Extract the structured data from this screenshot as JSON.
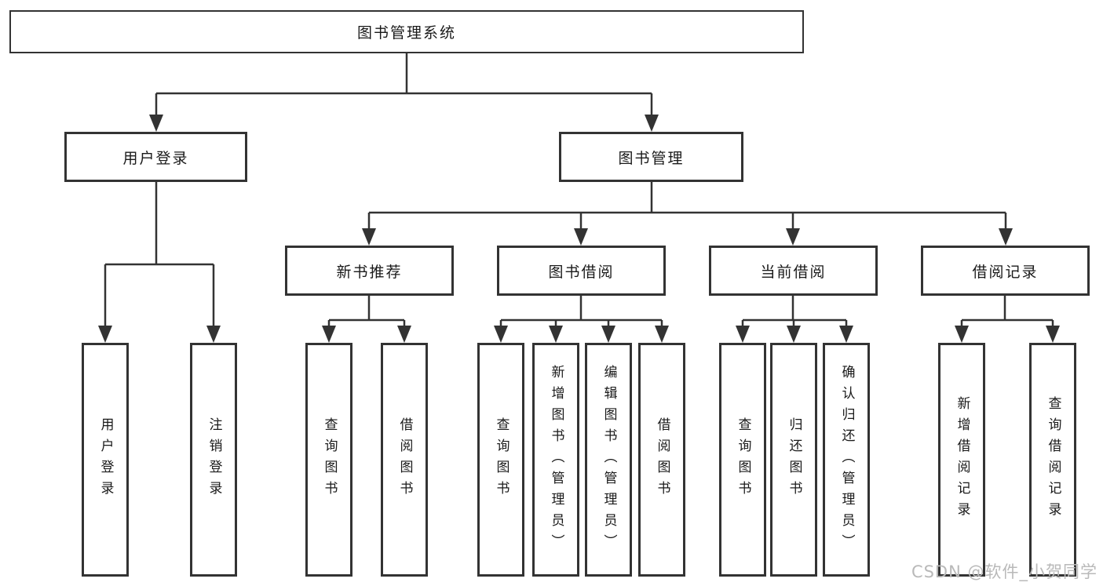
{
  "tree": {
    "root": "图书管理系统",
    "branches": [
      {
        "label": "用户登录",
        "children": [
          "用户登录",
          "注销登录"
        ]
      },
      {
        "label": "图书管理",
        "sub": [
          {
            "label": "新书推荐",
            "children": [
              "查询图书",
              "借阅图书"
            ]
          },
          {
            "label": "图书借阅",
            "children": [
              "查询图书",
              "新增图书（管理员）",
              "编辑图书（管理员）",
              "借阅图书"
            ]
          },
          {
            "label": "当前借阅",
            "children": [
              "查询图书",
              "归还图书",
              "确认归还（管理员）"
            ]
          },
          {
            "label": "借阅记录",
            "children": [
              "新增借阅记录",
              "查询借阅记录"
            ]
          }
        ]
      }
    ]
  },
  "watermark": {
    "text": "CSDN @软件_小贺同学"
  },
  "colors": {
    "line": "#333333",
    "box_border": "#333333",
    "box_fill": "#ffffff",
    "text": "#1a1a1a",
    "watermark": "#b9b9b9",
    "background": "#ffffff"
  }
}
